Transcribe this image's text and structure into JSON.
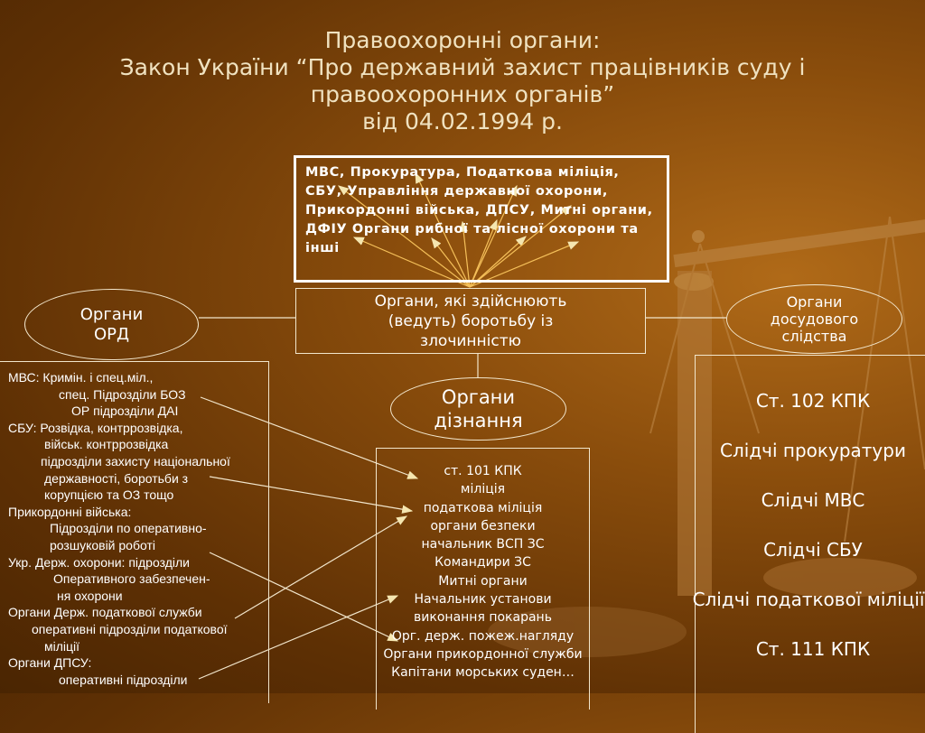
{
  "title": {
    "line1": "Правоохоронні органи:",
    "line2": "Закон України “Про державний захист працівників суду і",
    "line3": "правоохоронних органів”",
    "line4": "від 04.02.1994 р."
  },
  "agencies_box": {
    "lines": [
      "МВС, Прокуратура, Податкова міліція,",
      "СБУ, Управління державної охорони,",
      "Прикордонні війська, ДПСУ, Митні органи,",
      "ДФІУ Органи рибної та лісної охорони та",
      "інші"
    ]
  },
  "center_box": {
    "lines": [
      "Органи, які здійснюють",
      "(ведуть) боротьбу із",
      "злочинністю"
    ]
  },
  "ord_ellipse": {
    "line1": "Органи",
    "line2": "ОРД"
  },
  "pretrial_ellipse": {
    "line1": "Органи",
    "line2": "досудового",
    "line3": "слідства"
  },
  "inquiry_ellipse": {
    "line1": "Органи",
    "line2": "дізнання"
  },
  "left_box": {
    "lines": [
      "МВС: Кримін. і спец.міл.,",
      "спец. Підрозділи БОЗ",
      "ОР підрозділи ДАІ",
      "СБУ: Розвідка, контррозвідка,",
      "військ. контррозвідка",
      "підрозділи захисту національної",
      "державності, боротьби з",
      "корупцією та ОЗ тощо",
      "Прикордонні війська:",
      "Підрозділи по оперативно-",
      "розшуковій роботі",
      "Укр. Держ. охорони: підрозділи",
      "Оперативного забезпечен-",
      "ня охорони",
      "Органи Держ. податкової служби",
      "оперативні підрозділи податкової",
      "міліції",
      "Органи ДПСУ:",
      "оперативні підрозділи"
    ]
  },
  "mid_box": {
    "lines": [
      "ст. 101 КПК",
      "міліція",
      "податкова міліція",
      "органи безпеки",
      "начальник ВСП ЗС",
      "Командири ЗС",
      "Митні органи",
      "Начальник установи",
      "виконання покарань",
      "Орг. держ. пожеж.нагляду",
      "Органи прикордонної служби",
      "Капітани морських суден…"
    ]
  },
  "right_box": {
    "lines": [
      "Ст. 102 КПК",
      "Слідчі прокуратури",
      "Слідчі МВС",
      "Слідчі СБУ",
      "Слідчі податкової міліції",
      "Ст. 111 КПК"
    ]
  }
}
